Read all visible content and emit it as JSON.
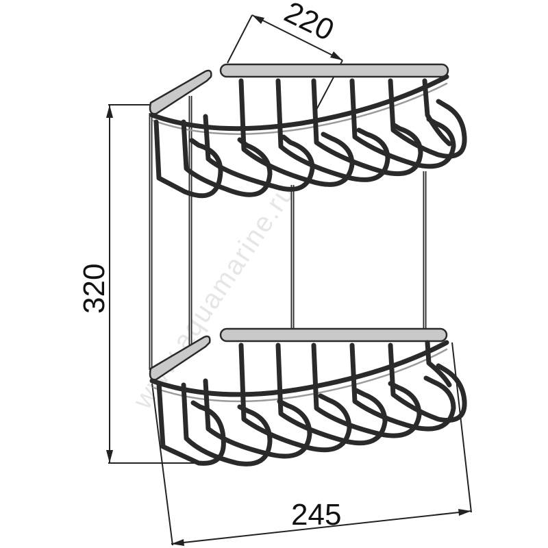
{
  "dimensions": {
    "depth_label": "220",
    "height_label": "320",
    "width_label": "245"
  },
  "watermark": {
    "text": "www.aquamarine.ru"
  },
  "colors": {
    "line": "#2a2a2a",
    "fill_light": "#c9c9c9",
    "background": "#ffffff"
  }
}
